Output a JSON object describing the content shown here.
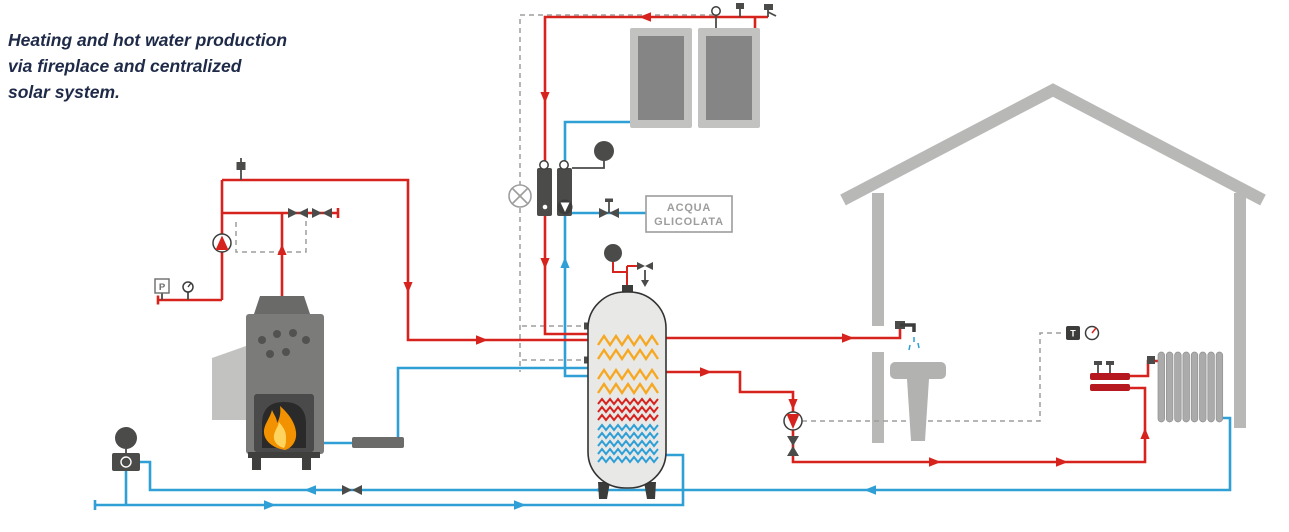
{
  "title": {
    "lines": [
      "Heating and hot water production",
      "via fireplace and centralized",
      "solar system."
    ]
  },
  "labels": {
    "glycol_line1": "ACQUA",
    "glycol_line2": "GLICOLATA",
    "pressure_gauge": "P",
    "room_thermostat": "T"
  },
  "colors": {
    "hot": "#d7231e",
    "cold": "#2f9fd6",
    "sensor": "#9d9d9c",
    "house": "#b8b8b7",
    "dark": "#4b4b4a",
    "outline": "#3c3c3b",
    "flame": "#f39200",
    "flame_inner": "#ffd45e",
    "coil": "#f7a823",
    "tank_fill": "#e8e8e7",
    "tank_stroke": "#333333",
    "title": "#1e2a47",
    "label_gray": "#9d9d9c",
    "stove": "#7b7b7a",
    "stove_dark": "#4a4a4a",
    "stove_light": "#c2c2c1",
    "metal": "#ababab",
    "manifold": "#b5191f"
  }
}
